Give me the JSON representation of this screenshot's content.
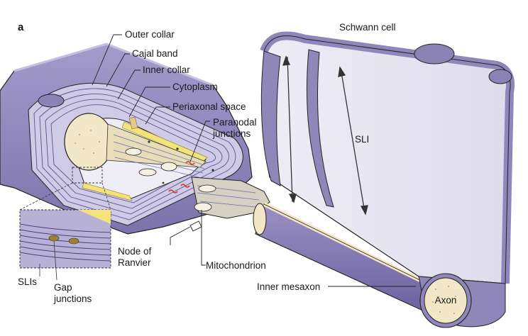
{
  "panel_letter": "a",
  "labels": {
    "outer_collar": "Outer collar",
    "cajal_band": "Cajal band",
    "inner_collar": "Inner collar",
    "cytoplasm": "Cytoplasm",
    "periaxonal_space": "Periaxonal space",
    "paranodal_junctions": "Paranodal\njunctions",
    "schwann_cell": "Schwann cell",
    "sli": "SLI",
    "node_of_ranvier": "Node of\nRanvier",
    "mitochondrion": "Mitochondrion",
    "inner_mesaxon": "Inner mesaxon",
    "axon": "Axon",
    "slis": "SLIs",
    "gap_junctions": "Gap\njunctions"
  },
  "colors": {
    "myelin_purple": "#8f86b9",
    "myelin_light": "#d9d6ea",
    "myelin_dark": "#6f66a0",
    "axon_tan": "#f2e7c6",
    "periaxonal_yellow": "#f4e37a",
    "junction_red": "#d6342a",
    "line": "#222222"
  }
}
